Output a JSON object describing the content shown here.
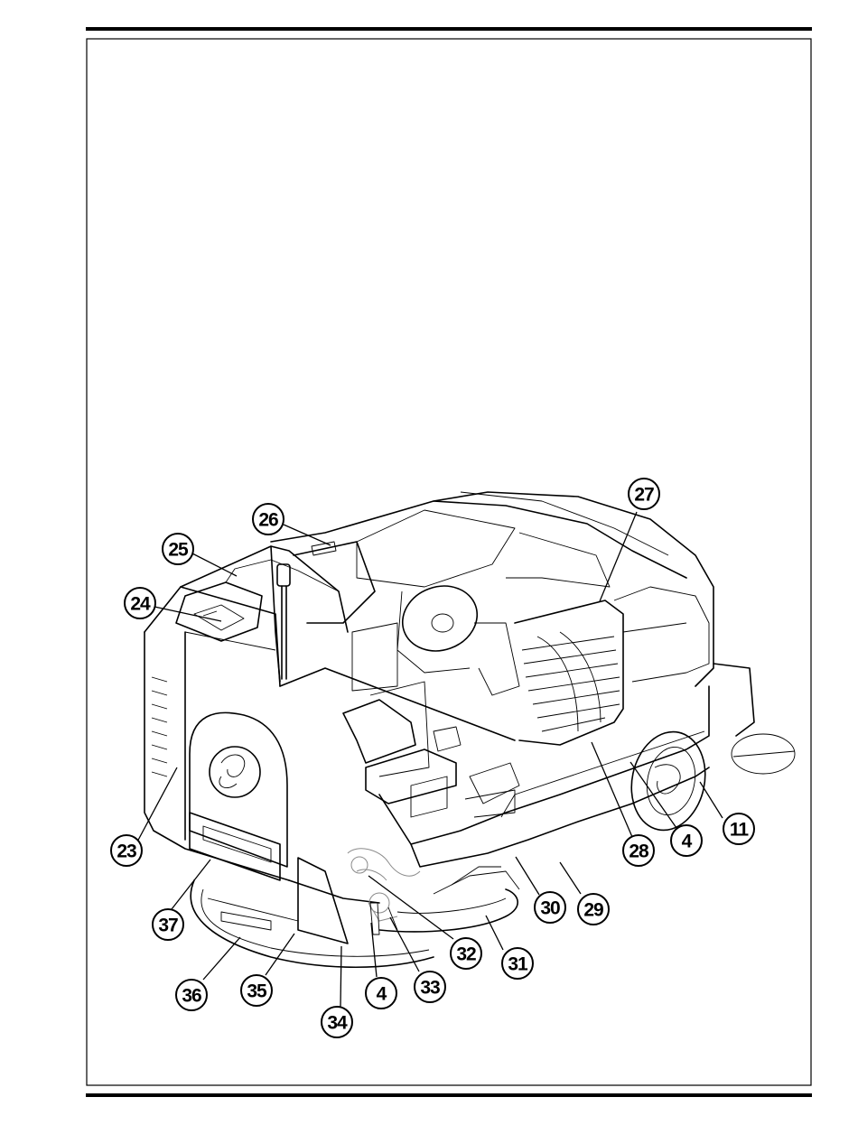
{
  "figure": {
    "callouts": [
      {
        "id": "c23",
        "label": "23"
      },
      {
        "id": "c24",
        "label": "24"
      },
      {
        "id": "c25",
        "label": "25"
      },
      {
        "id": "c26",
        "label": "26"
      },
      {
        "id": "c27",
        "label": "27"
      },
      {
        "id": "c28",
        "label": "28"
      },
      {
        "id": "c4a",
        "label": "4"
      },
      {
        "id": "c11",
        "label": "11"
      },
      {
        "id": "c29",
        "label": "29"
      },
      {
        "id": "c30",
        "label": "30"
      },
      {
        "id": "c31",
        "label": "31"
      },
      {
        "id": "c32",
        "label": "32"
      },
      {
        "id": "c33",
        "label": "33"
      },
      {
        "id": "c4b",
        "label": "4"
      },
      {
        "id": "c34",
        "label": "34"
      },
      {
        "id": "c35",
        "label": "35"
      },
      {
        "id": "c36",
        "label": "36"
      },
      {
        "id": "c37",
        "label": "37"
      }
    ]
  }
}
